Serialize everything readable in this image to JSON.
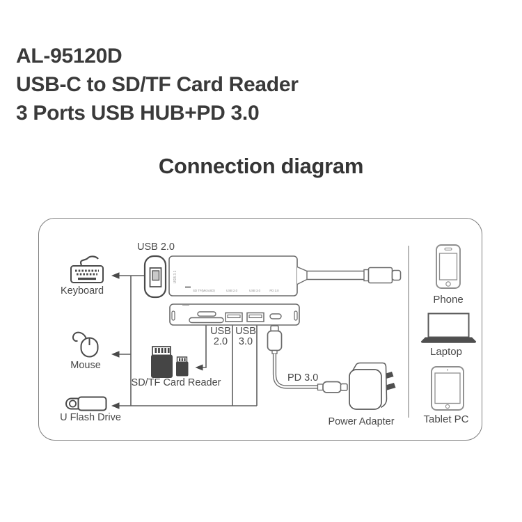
{
  "header": {
    "model": "AL-95120D",
    "title_line2": "USB-C to SD/TF Card Reader",
    "title_line3": "3 Ports USB HUB+PD 3.0",
    "section_title": "Connection diagram"
  },
  "diagram": {
    "top_port_label": "USB 2.0",
    "peripherals": [
      {
        "label": "Keyboard"
      },
      {
        "label": "Mouse"
      },
      {
        "label": "U Flash Drive"
      }
    ],
    "card_reader_label": "SD/TF Card Reader",
    "port_columns": [
      {
        "line1": "USB",
        "line2": "2.0"
      },
      {
        "line1": "USB",
        "line2": "3.0"
      }
    ],
    "pd_label": "PD 3.0",
    "power_adapter_label": "Power Adapter",
    "hosts": [
      {
        "label": "Phone"
      },
      {
        "label": "Laptop"
      },
      {
        "label": "Tablet PC"
      }
    ],
    "hub": {
      "side_text": "USB 3.1",
      "front_port_labels": [
        "SD TF(MicroSD)",
        "USB 2.0",
        "USB 3.0",
        "PD 3.0"
      ]
    }
  },
  "colors": {
    "text_dark": "#3a3a3a",
    "label_gray": "#484848",
    "line_gray": "#5f5f5f",
    "icon_dark": "#4a4a4a",
    "icon_light_stroke": "#8e8e8e",
    "box_border": "#7d7d7d",
    "background": "#ffffff"
  }
}
